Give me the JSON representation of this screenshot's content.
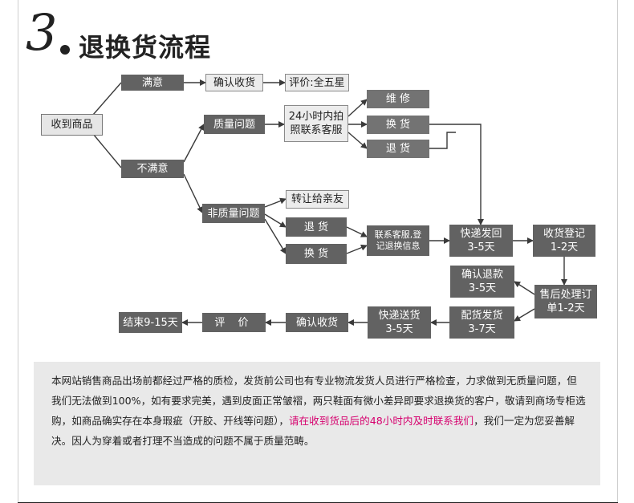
{
  "title": {
    "number": "3",
    "text": "退换货流程"
  },
  "nodes": {
    "received": "收到商品",
    "satisfied": "满意",
    "confirm_receipt_1": "确认收货",
    "rating_five": "评价:全五星",
    "unsatisfied": "不满意",
    "quality_issue": "质量问题",
    "photo_contact": [
      "24小时内拍",
      "照联系客服"
    ],
    "repair": "维 修",
    "exchange_1": "换 货",
    "return_1": "退 货",
    "non_quality_issue": "非质量问题",
    "transfer_friend": "转让给亲友",
    "return_2": "退 货",
    "exchange_2": "换 货",
    "contact_register": [
      "联系客服,登",
      "记退换信息"
    ],
    "express_return": [
      "快递发回",
      "3-5天"
    ],
    "receipt_register": [
      "收货登记",
      "1-2天"
    ],
    "confirm_refund": [
      "确认退款",
      "3-5天"
    ],
    "after_sale": [
      "售后处理订",
      "单1-2天"
    ],
    "ship_out": [
      "配货发货",
      "3-7天"
    ],
    "express_deliver": [
      "快递送货",
      "3-5天"
    ],
    "confirm_receipt_2": "确认收货",
    "evaluate": "评 价",
    "end": "结束9-15天"
  },
  "notice": {
    "text_1": "本网站销售商品出场前都经过严格的质检，发货前公司也有专业物流发货人员进行严格检查，力求做到无质量问题，但我们无法做到100%，如有要求完美，遇到皮面正常皱褶，两只鞋面有微小差异即要求退换货的客户，敬请到商场专柜选购，如商品确实存在本身瑕疵（开胶、开线等问题），",
    "highlight": "请在收到货品后的48小时内及时联系我们",
    "text_2": "，我们一定为您妥善解决。因人为穿着或者打理不当造成的问题不属于质量范畴。"
  },
  "colors": {
    "box_dark": "#626262",
    "box_light": "#ececec",
    "highlight": "#d6006e",
    "notice_bg": "#e9e9e9"
  }
}
